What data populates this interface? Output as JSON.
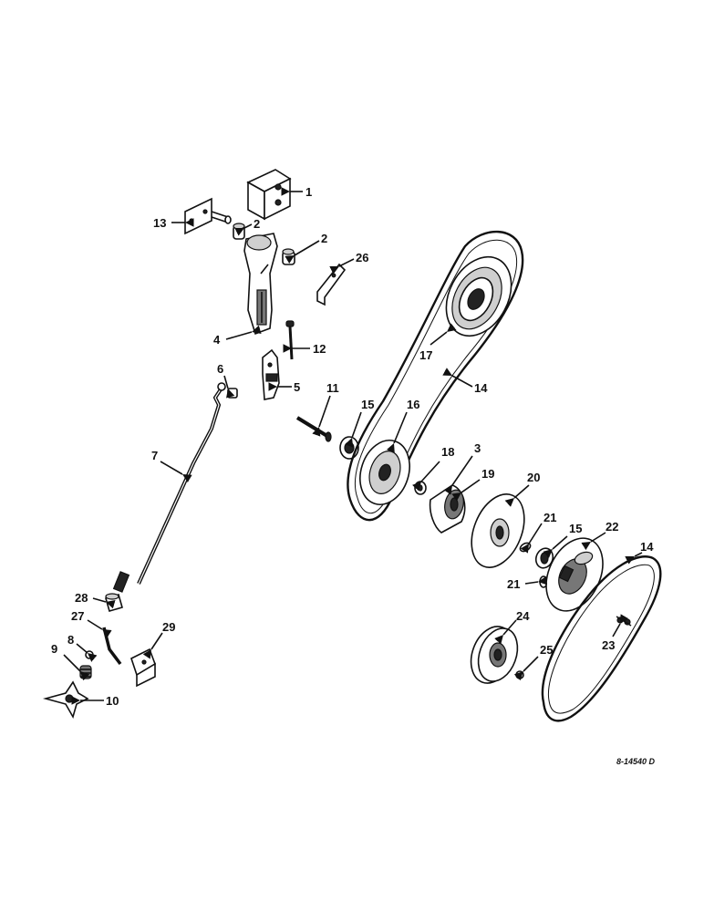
{
  "diagram": {
    "drawing_code": "8-14540 D",
    "callouts": [
      "1",
      "2",
      "2",
      "26",
      "13",
      "4",
      "12",
      "6",
      "5",
      "11",
      "15",
      "16",
      "14",
      "17",
      "7",
      "18",
      "3",
      "19",
      "20",
      "21",
      "15",
      "22",
      "14",
      "21",
      "28",
      "27",
      "8",
      "29",
      "9",
      "10",
      "24",
      "25",
      "23"
    ]
  }
}
